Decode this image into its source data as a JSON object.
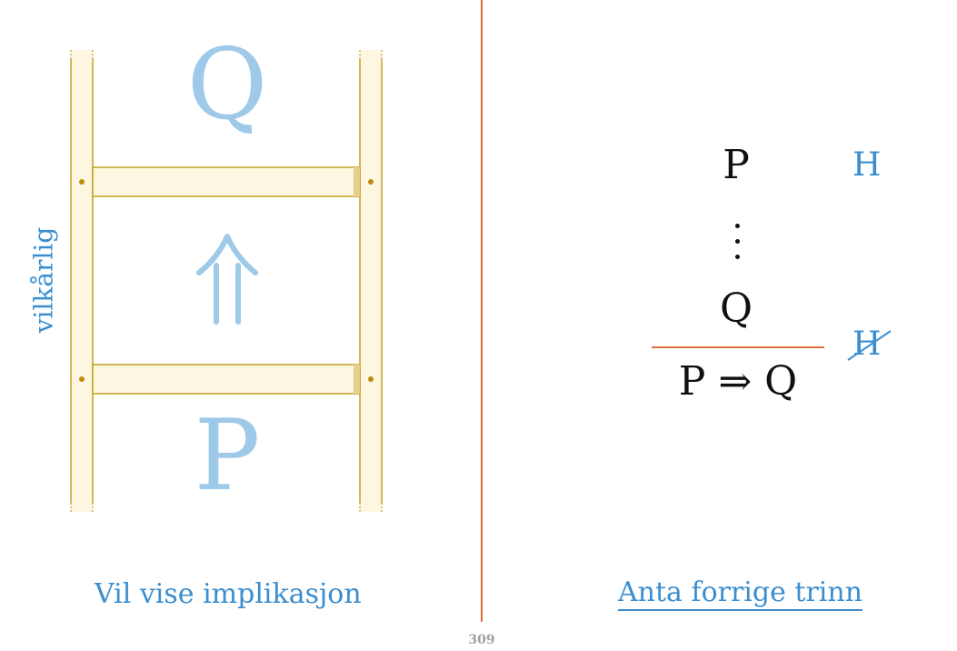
{
  "left_panel": {
    "top_letter": "Q",
    "bottom_letter": "P",
    "side_label": "vilkårlig",
    "arrow_icon": "double-up-arrow-icon",
    "caption": "Vil vise implikasjon",
    "colors": {
      "rail_fill": "#fdf6e1",
      "rail_stroke": "#c4a020",
      "letters": "#9ec9e8",
      "label": "#3a8ecf"
    }
  },
  "right_panel": {
    "premise": "P",
    "conclusion_of_subproof": "Q",
    "result": "P ⇒ Q",
    "hypothesis_tag": "H",
    "discharged_tag": "H",
    "caption": "Anta forrige trinn",
    "colors": {
      "rule": "#e0703a",
      "tag": "#3a8ecf",
      "text": "#111111"
    }
  },
  "page_number": "309"
}
